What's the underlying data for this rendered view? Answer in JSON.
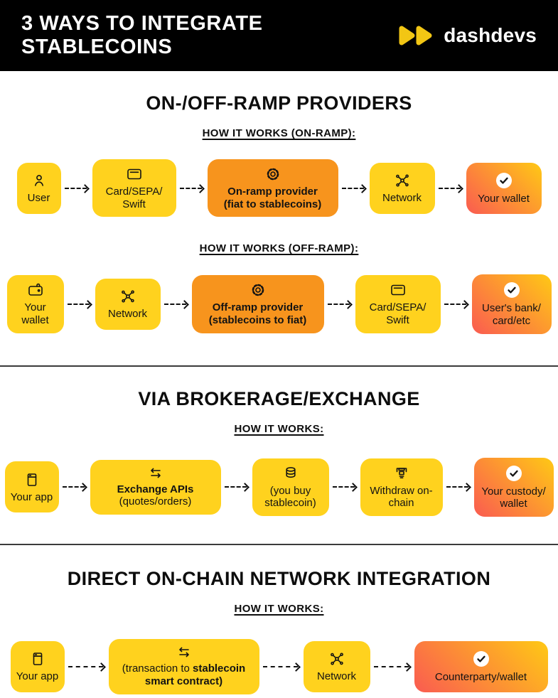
{
  "header": {
    "title_line1": "3 WAYS TO INTEGRATE",
    "title_line2": "STABLECOINS",
    "logo_text": "dashdevs"
  },
  "colors": {
    "header_bg": "#000000",
    "box_yellow": "#FFD21E",
    "box_orange": "#F7941D",
    "gradient_start": "#FFC915",
    "gradient_end": "#FA5B51",
    "logo_yellow": "#F2C614"
  },
  "sections": [
    {
      "title": "ON-/OFF-RAMP PROVIDERS",
      "flows": [
        {
          "heading": "HOW IT WORKS (ON-RAMP):",
          "boxes": [
            {
              "icon": "user-icon",
              "label": "User"
            },
            {
              "icon": "card-icon",
              "label": "Card/SEPA/ Swift"
            },
            {
              "icon": "gear-icon",
              "label": "On-ramp provider",
              "label2": "(fiat to stablecoins)"
            },
            {
              "icon": "network-icon",
              "label": "Network"
            },
            {
              "icon": "check-icon",
              "label": "Your wallet"
            }
          ]
        },
        {
          "heading": "HOW IT WORKS (OFF-RAMP):",
          "boxes": [
            {
              "icon": "wallet-icon",
              "label": "Your wallet"
            },
            {
              "icon": "network-icon",
              "label": "Network"
            },
            {
              "icon": "gear-icon",
              "label": "Off-ramp provider",
              "label2": "(stablecoins to fiat)"
            },
            {
              "icon": "card-icon",
              "label": "Card/SEPA/ Swift"
            },
            {
              "icon": "check-icon",
              "label": "User's bank/ card/etc"
            }
          ]
        }
      ]
    },
    {
      "title": "VIA BROKERAGE/EXCHANGE",
      "flows": [
        {
          "heading": "HOW IT WORKS:",
          "boxes": [
            {
              "icon": "app-icon",
              "label": "Your app"
            },
            {
              "icon": "exchange-icon",
              "label": "Exchange APIs",
              "label2": "(quotes/orders)"
            },
            {
              "icon": "coins-icon",
              "label": "(you buy stablecoin)"
            },
            {
              "icon": "withdraw-icon",
              "label": "Withdraw on-chain"
            },
            {
              "icon": "check-icon",
              "label": "Your custody/ wallet"
            }
          ]
        }
      ]
    },
    {
      "title": "DIRECT ON-CHAIN NETWORK INTEGRATION",
      "flows": [
        {
          "heading": "HOW IT WORKS:",
          "boxes": [
            {
              "icon": "app-icon",
              "label": "Your app"
            },
            {
              "icon": "exchange-icon",
              "label_prefix": "(transaction to ",
              "label_bold": "stablecoin smart contract)"
            },
            {
              "icon": "network-icon",
              "label": "Network"
            },
            {
              "icon": "check-icon",
              "label": "Counterparty/wallet"
            }
          ]
        }
      ]
    }
  ]
}
